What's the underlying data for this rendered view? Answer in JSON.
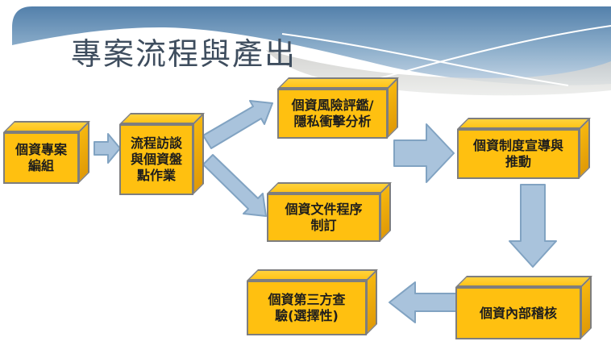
{
  "slide": {
    "title": "專案流程與產出"
  },
  "flowchart": {
    "boxes": [
      {
        "id": "box-project-team",
        "label": "個資專案\n編組"
      },
      {
        "id": "box-process-interview",
        "label": "流程訪談\n與個資盤\n點作業"
      },
      {
        "id": "box-risk-assessment",
        "label": "個資風險評鑑/\n隱私衝擊分析"
      },
      {
        "id": "box-document-procedure",
        "label": "個資文件程序\n制訂"
      },
      {
        "id": "box-policy-promotion",
        "label": "個資制度宣導與\n推動"
      },
      {
        "id": "box-internal-audit",
        "label": "個資內部稽核"
      },
      {
        "id": "box-third-party-audit",
        "label": "個資第三方查\n驗(選擇性)"
      }
    ],
    "connections": [
      {
        "from": "box-project-team",
        "to": "box-process-interview",
        "direction": "right"
      },
      {
        "from": "box-process-interview",
        "to": "box-risk-assessment",
        "direction": "up-right"
      },
      {
        "from": "box-process-interview",
        "to": "box-document-procedure",
        "direction": "down-right"
      },
      {
        "from": "box-risk-assessment",
        "to": "box-policy-promotion",
        "direction": "right"
      },
      {
        "from": "box-policy-promotion",
        "to": "box-internal-audit",
        "direction": "down"
      },
      {
        "from": "box-internal-audit",
        "to": "box-third-party-audit",
        "direction": "left"
      }
    ],
    "colors": {
      "box_front": "#FFC010",
      "box_top": "#FFC81F",
      "box_side": "#EFAA0A",
      "box_border": "#7E7E7E",
      "arrow_fill": "#A9C3DC",
      "arrow_stroke": "#81A3C2",
      "title_color": "#3E4D5E",
      "banner_blue_dark": "#5380AB",
      "banner_blue_light": "#C6D6E6"
    }
  }
}
